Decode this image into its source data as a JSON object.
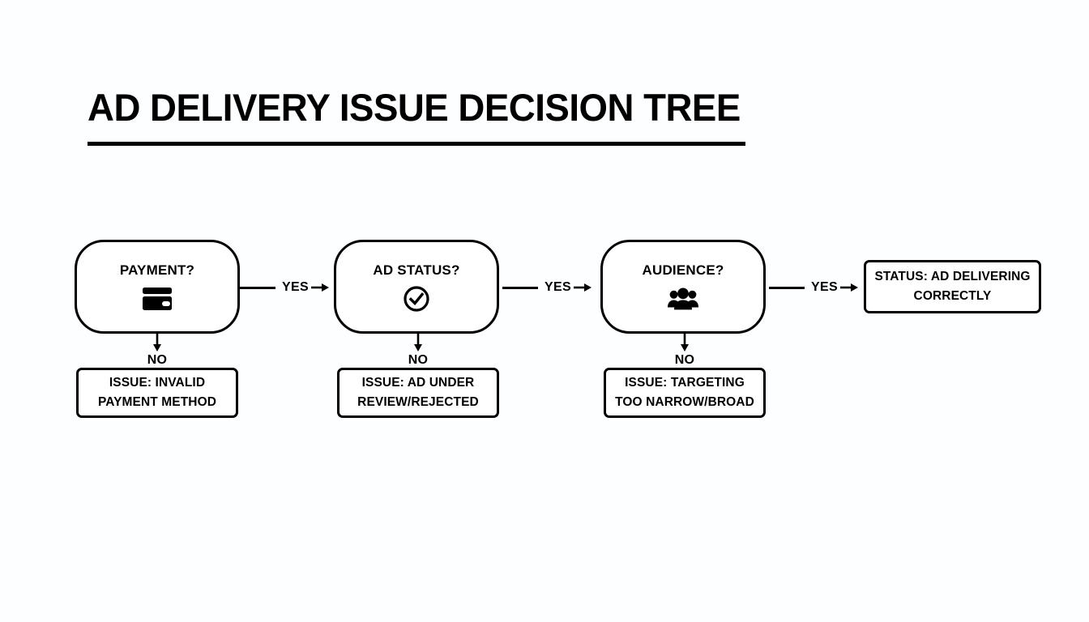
{
  "header": {
    "title": "AD DELIVERY ISSUE DECISION TREE"
  },
  "colors": {
    "background": "#fdfeff",
    "stroke": "#000000",
    "node_fill": "#ffffff",
    "text": "#000000"
  },
  "diagram": {
    "type": "decision-tree",
    "yes_label": "YES",
    "no_label": "NO",
    "yes_arrow_glyph": "arrow-right",
    "no_arrow_glyph": "arrow-down",
    "nodes": [
      {
        "id": "payment",
        "label": "PAYMENT?",
        "icon": "credit-card-icon",
        "yes_branch": "ad-status",
        "no_branch": "issue-payment"
      },
      {
        "id": "ad-status",
        "label": "AD STATUS?",
        "icon": "check-circle-icon",
        "yes_branch": "audience",
        "no_branch": "issue-ad-status"
      },
      {
        "id": "audience",
        "label": "AUDIENCE?",
        "icon": "people-group-icon",
        "yes_branch": "status-result",
        "no_branch": "issue-audience"
      }
    ],
    "issues": [
      {
        "id": "issue-payment",
        "line1": "ISSUE: INVALID",
        "line2": "PAYMENT METHOD"
      },
      {
        "id": "issue-ad-status",
        "line1": "ISSUE: AD UNDER",
        "line2": "REVIEW/REJECTED"
      },
      {
        "id": "issue-audience",
        "line1": "ISSUE: TARGETING",
        "line2": "TOO NARROW/BROAD"
      }
    ],
    "result": {
      "id": "status-result",
      "line1": "STATUS: AD DELIVERING",
      "line2": "CORRECTLY"
    }
  }
}
